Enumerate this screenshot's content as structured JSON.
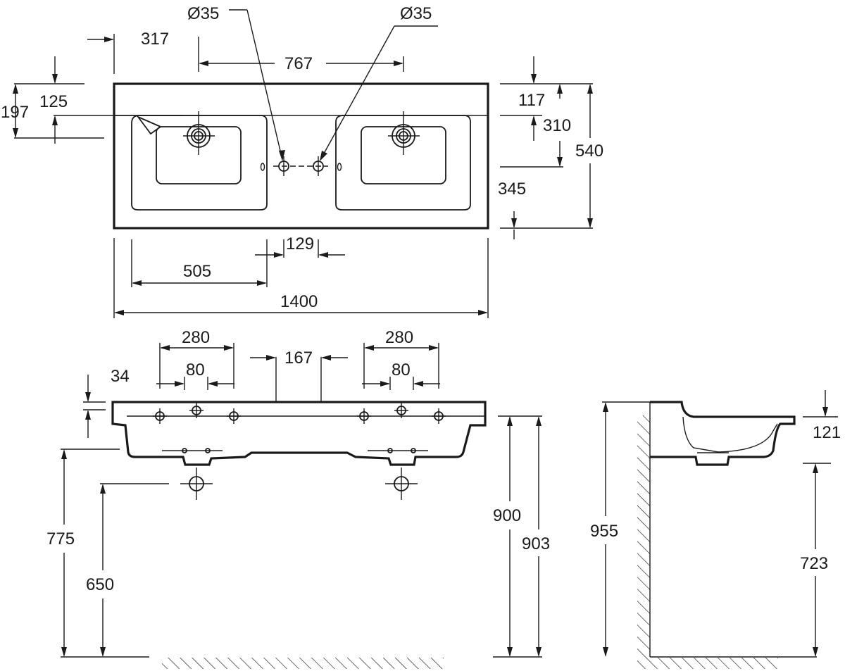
{
  "top_view": {
    "dims": {
      "hole_dia_left": "Ø35",
      "hole_dia_right": "Ø35",
      "offset_317": "317",
      "tap_spacing_767": "767",
      "dim_125": "125",
      "dim_197": "197",
      "dim_117": "117",
      "dim_310": "310",
      "depth_540": "540",
      "dim_345": "345",
      "dim_129": "129",
      "bowl_width_505": "505",
      "overall_width_1400": "1400"
    }
  },
  "front_view": {
    "dims": {
      "dim_280_left": "280",
      "dim_80_left": "80",
      "dim_167": "167",
      "dim_280_right": "280",
      "dim_80_right": "80",
      "dim_34": "34",
      "height_775": "775",
      "height_650": "650",
      "height_900": "900",
      "height_903": "903"
    }
  },
  "side_view": {
    "dims": {
      "height_955": "955",
      "dim_121": "121",
      "height_723": "723"
    }
  }
}
